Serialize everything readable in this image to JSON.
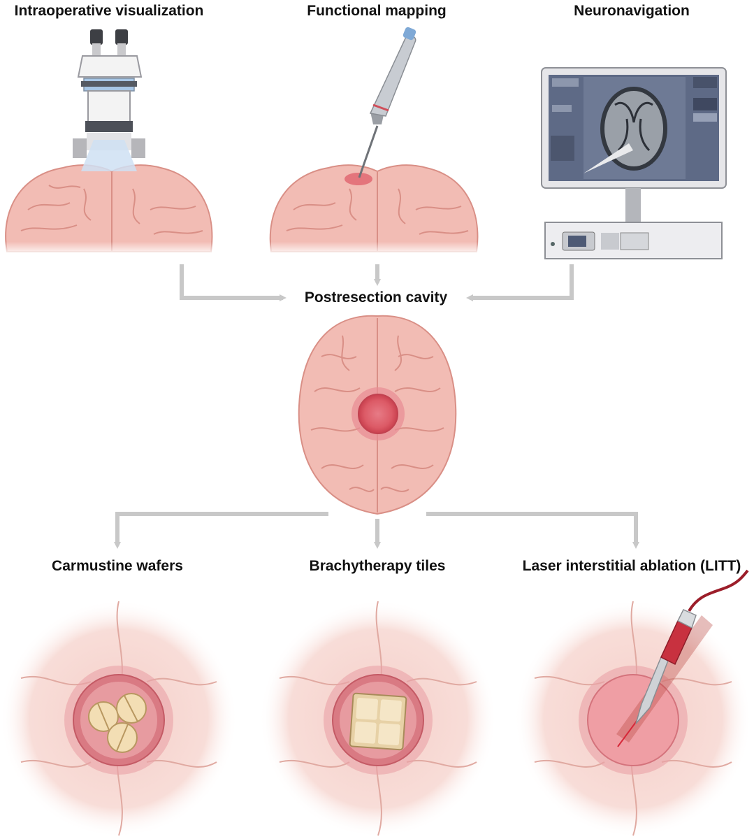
{
  "top": {
    "visualization_label": "Intraoperative visualization",
    "mapping_label": "Functional mapping",
    "navigation_label": "Neuronavigation"
  },
  "center": {
    "cavity_label": "Postresection cavity"
  },
  "bottom": {
    "wafers_label": "Carmustine wafers",
    "tiles_label": "Brachytherapy tiles",
    "litt_label": "Laser interstitial ablation (LITT)"
  },
  "colors": {
    "brain": "#f2bcb4",
    "brain_line": "#d98f86",
    "cavity": "#e0636e",
    "arrow": "#c8c8c8",
    "monitor": "#e6e6e9",
    "screen": "#5e6a86"
  }
}
